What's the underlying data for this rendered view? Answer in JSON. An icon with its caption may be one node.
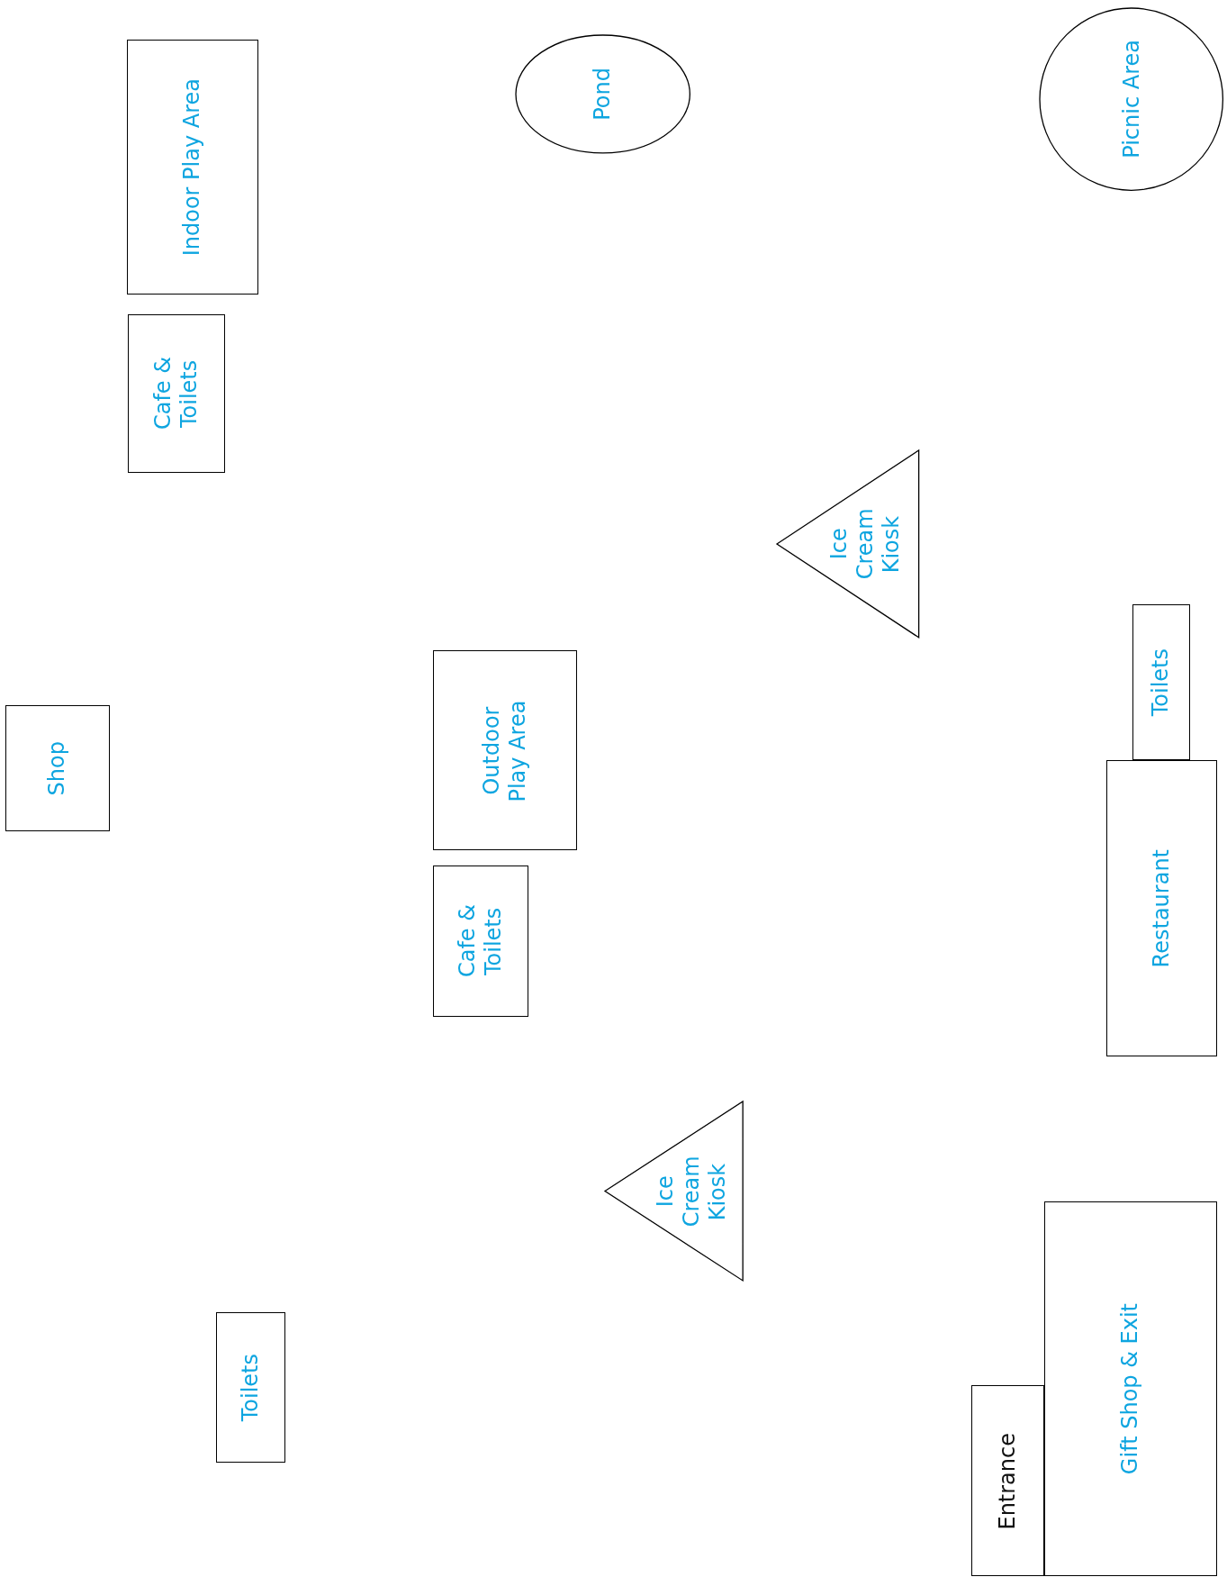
{
  "diagram": {
    "nodes": [
      {
        "text": [
          "Indoor Play Area"
        ]
      },
      {
        "text": [
          "Pond"
        ]
      },
      {
        "text": [
          "Picnic Area"
        ]
      },
      {
        "text": [
          "Cafe & Toilets"
        ]
      },
      {
        "text": [
          "Ice Cream Kiosk"
        ]
      },
      {
        "text": [
          "Toilets"
        ]
      },
      {
        "text": [
          "Shop"
        ]
      },
      {
        "text": [
          "Outdoor Play Area"
        ]
      },
      {
        "text": [
          "Restaurant"
        ]
      },
      {
        "text": [
          "Cafe & Toilets"
        ]
      },
      {
        "text": [
          "Ice Cream Kiosk"
        ]
      },
      {
        "text": [
          "Toilets"
        ]
      },
      {
        "text": [
          "Gift Shop & Exit"
        ]
      },
      {
        "text": [
          "Entrance"
        ]
      }
    ]
  }
}
